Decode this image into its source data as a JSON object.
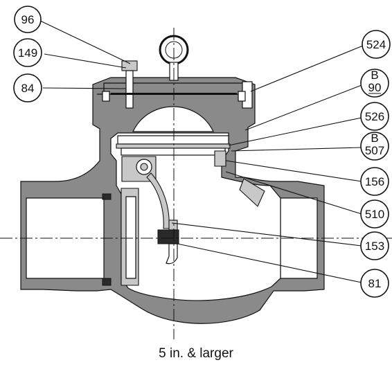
{
  "caption": "5 in. & larger",
  "callouts": {
    "c96": "96",
    "c149": "149",
    "c84": "84",
    "c524": "524",
    "c90_top": "B",
    "c90_bottom": "90",
    "c526": "526",
    "c507_top": "B",
    "c507_bottom": "507",
    "c156": "156",
    "c510": "510",
    "c153": "153",
    "c81": "81"
  }
}
